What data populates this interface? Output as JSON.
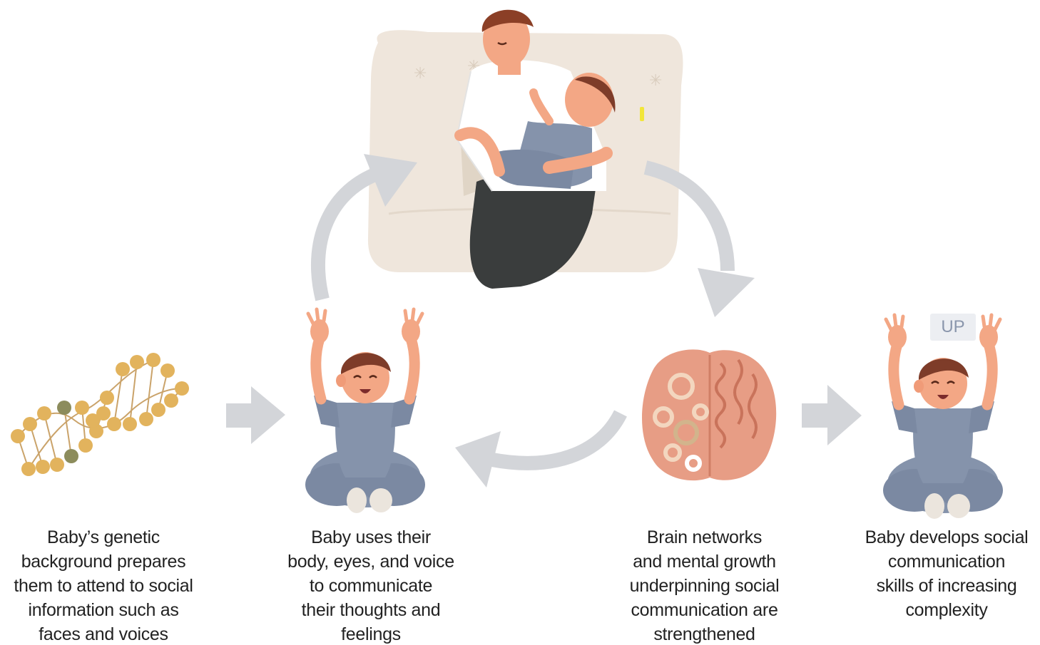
{
  "colors": {
    "arrow": "#d3d5d9",
    "dna_gold": "#e2b35d",
    "dna_olive": "#8c8c5c",
    "skin": "#f3a785",
    "hair": "#7e3c29",
    "onesie": "#8593ab",
    "couch": "#efe6dc",
    "brain": "#e79d85",
    "text": "#222222"
  },
  "icons": {
    "dna": "dna-helix-icon",
    "baby": "baby-arms-raised-icon",
    "parent": "parent-holding-baby-on-couch-icon",
    "brain": "brain-with-gears-icon",
    "arrow": "arrow-icon"
  },
  "speech_bubble": "UP",
  "captions": [
    {
      "id": "genetic",
      "lines": [
        "Baby’s genetic",
        "background prepares",
        "them to attend to social",
        "information such as",
        "faces and voices"
      ]
    },
    {
      "id": "communicate",
      "lines": [
        "Baby uses their",
        "body, eyes, and voice",
        "to communicate",
        "their thoughts and",
        "feelings"
      ]
    },
    {
      "id": "brain",
      "lines": [
        "Brain networks",
        "and mental growth",
        "underpinning social",
        "communication are",
        "strengthened"
      ]
    },
    {
      "id": "develops",
      "lines": [
        "Baby develops social",
        "communication",
        "skills of increasing",
        "complexity"
      ]
    }
  ]
}
